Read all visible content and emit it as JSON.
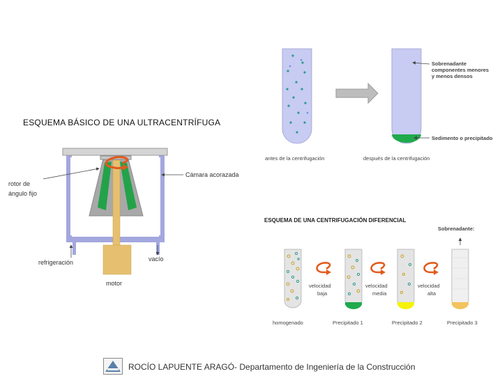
{
  "ultracentrifuge": {
    "title": "ESQUEMA BÁSICO DE UNA ULTRACENTRÍFUGA",
    "rotor_label_line1": "rotor de",
    "rotor_label_line2": "ángulo fijo",
    "chamber_label": "Cámara acorazada",
    "cooling_label": "refrigeración",
    "vacuum_label": "vacío",
    "motor_label": "motor"
  },
  "separation": {
    "before_label": "antes de la centrifugación",
    "after_label": "después de la centrifugación",
    "supernatant_title": "Sobrenadante",
    "supernatant_line2": "componentes menores",
    "supernatant_line3": "y menos densos",
    "sediment_label": "Sedimento o precipitado"
  },
  "differential": {
    "title": "ESQUEMA DE UNA CENTRIFUGACIÓN DIFERENCIAL",
    "supernatant_label": "Sobrenadante:",
    "homogenate_label": "homogenado",
    "speed_low_1": "velocidad",
    "speed_low_2": "baja",
    "speed_mid_1": "velocidad",
    "speed_mid_2": "media",
    "speed_high_1": "velocidad",
    "speed_high_2": "alta",
    "precipitate1": "Precipitado 1",
    "precipitate2": "Precipitado 2",
    "precipitate3": "Precipitado 3"
  },
  "footer": {
    "text": "ROCÍO LAPUENTE ARAGÓ- Departamento de Ingeniería de la Construcción"
  },
  "colors": {
    "tube_fill": "#c8cbf2",
    "sediment_green": "#1faa4c",
    "precipitate_yellow": "#f5f20a",
    "precipitate_orange": "#f2c35e",
    "rotor_gray": "#a8a8a8",
    "shaft_tan": "#e6c070",
    "frame_purple": "#a3a7de",
    "arrow_orange": "#e25a1c"
  }
}
